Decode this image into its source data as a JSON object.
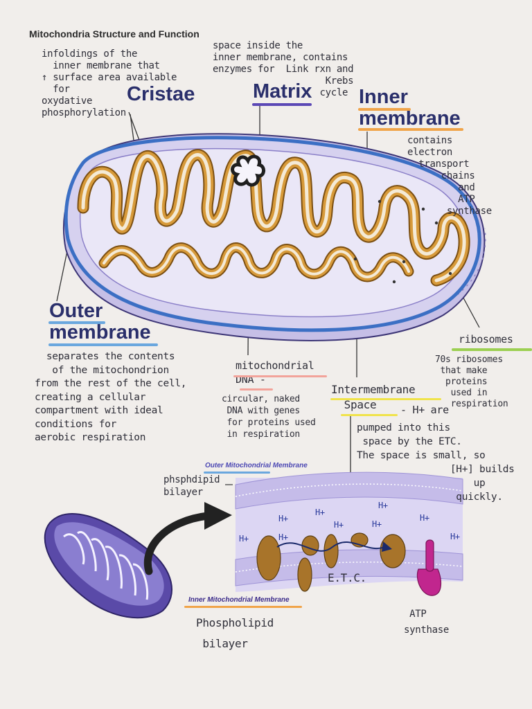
{
  "title": "Mitochondria Structure and Function",
  "cristae": {
    "heading": "Cristae",
    "note": "infoldings of the\n  inner membrane that\n↑ surface area available\n  for\noxydative\nphosphorylation"
  },
  "matrix": {
    "heading": "Matrix",
    "note": "space inside the\ninner membrane, contains\nenzymes for  Link rxn and\n                    Krebs\n                   cycle"
  },
  "inner_membrane": {
    "heading": "Inner\nmembrane",
    "note": "contains\nelectron\n  transport\n      chains\n         and\n         ATP\n       synthase"
  },
  "outer_membrane": {
    "heading": "Outer\nmembrane",
    "note": "  separates the contents\n   of the mitochondrion\nfrom the rest of the cell,\ncreating a cellular\ncompartment with ideal\nconditions for\naerobic respiration"
  },
  "ribosomes": {
    "heading": "ribosomes",
    "note": "70s ribosomes\n that make\n  proteins\n   used in\n   respiration"
  },
  "mtdna": {
    "heading": "mitochondrial\nDNA -",
    "note": "circular, naked\n DNA with genes\n for proteins used\n in respiration"
  },
  "intermembrane": {
    "heading": "Intermembrane\n  Space",
    "suffix": "- H+ are",
    "note": "pumped into this\n space by the ETC.\nThe space is small, so\n                [H+] builds\n                    up\n                 quickly."
  },
  "inset": {
    "outer_label": "Outer Mitochondrial Membrane",
    "inner_label": "Inner Mitochondrial Membrane",
    "phospholipid_top": "phsphdipid\nbilayer",
    "phospholipid_bottom": "Phospholipid\n bilayer",
    "etc_label": "E.T.C.",
    "atp_label": " ATP\nsynthase",
    "ion_symbol": "H+"
  },
  "colors": {
    "outer_membrane": "#3b6fc4",
    "cristae_fold": "#d79a3a",
    "mito_fill": "#c9c2ea",
    "matrix_fill": "#e6e3f5",
    "heading": "#2a2f6b",
    "underline_orange": "#f0a44a",
    "underline_blue": "#6aa7de",
    "underline_purple": "#5b48b5",
    "underline_yellow": "#f0e34a",
    "underline_green": "#9ccf52",
    "underline_pink": "#f2a39a",
    "atp_synthase": "#c1268e",
    "etc_protein": "#a8742a"
  }
}
